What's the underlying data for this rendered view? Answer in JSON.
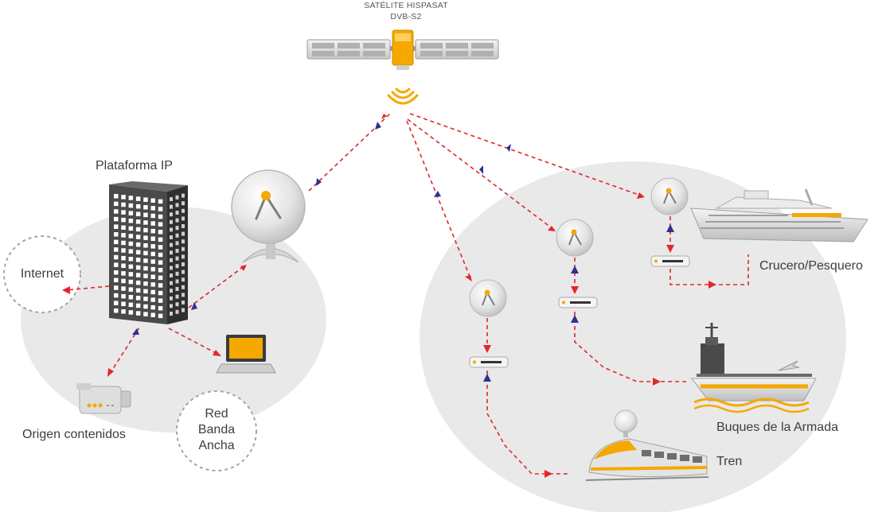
{
  "satellite": {
    "line1": "SATÉLITE HISPASAT",
    "line2": "DVB-S2"
  },
  "left": {
    "platform": "Plataforma IP",
    "internet": "Internet",
    "source": "Origen contenidos",
    "broadband": [
      "Red",
      "Banda",
      "Ancha"
    ]
  },
  "right": {
    "cruise": "Crucero/Pesquero",
    "navy": "Buques de la Armada",
    "train": "Tren"
  },
  "colors": {
    "link": "#e3262a",
    "arrow": "#2e3192",
    "accent": "#f5a800",
    "cloud": "#e9e9e9",
    "dash_circle": "#a5a5a5"
  }
}
